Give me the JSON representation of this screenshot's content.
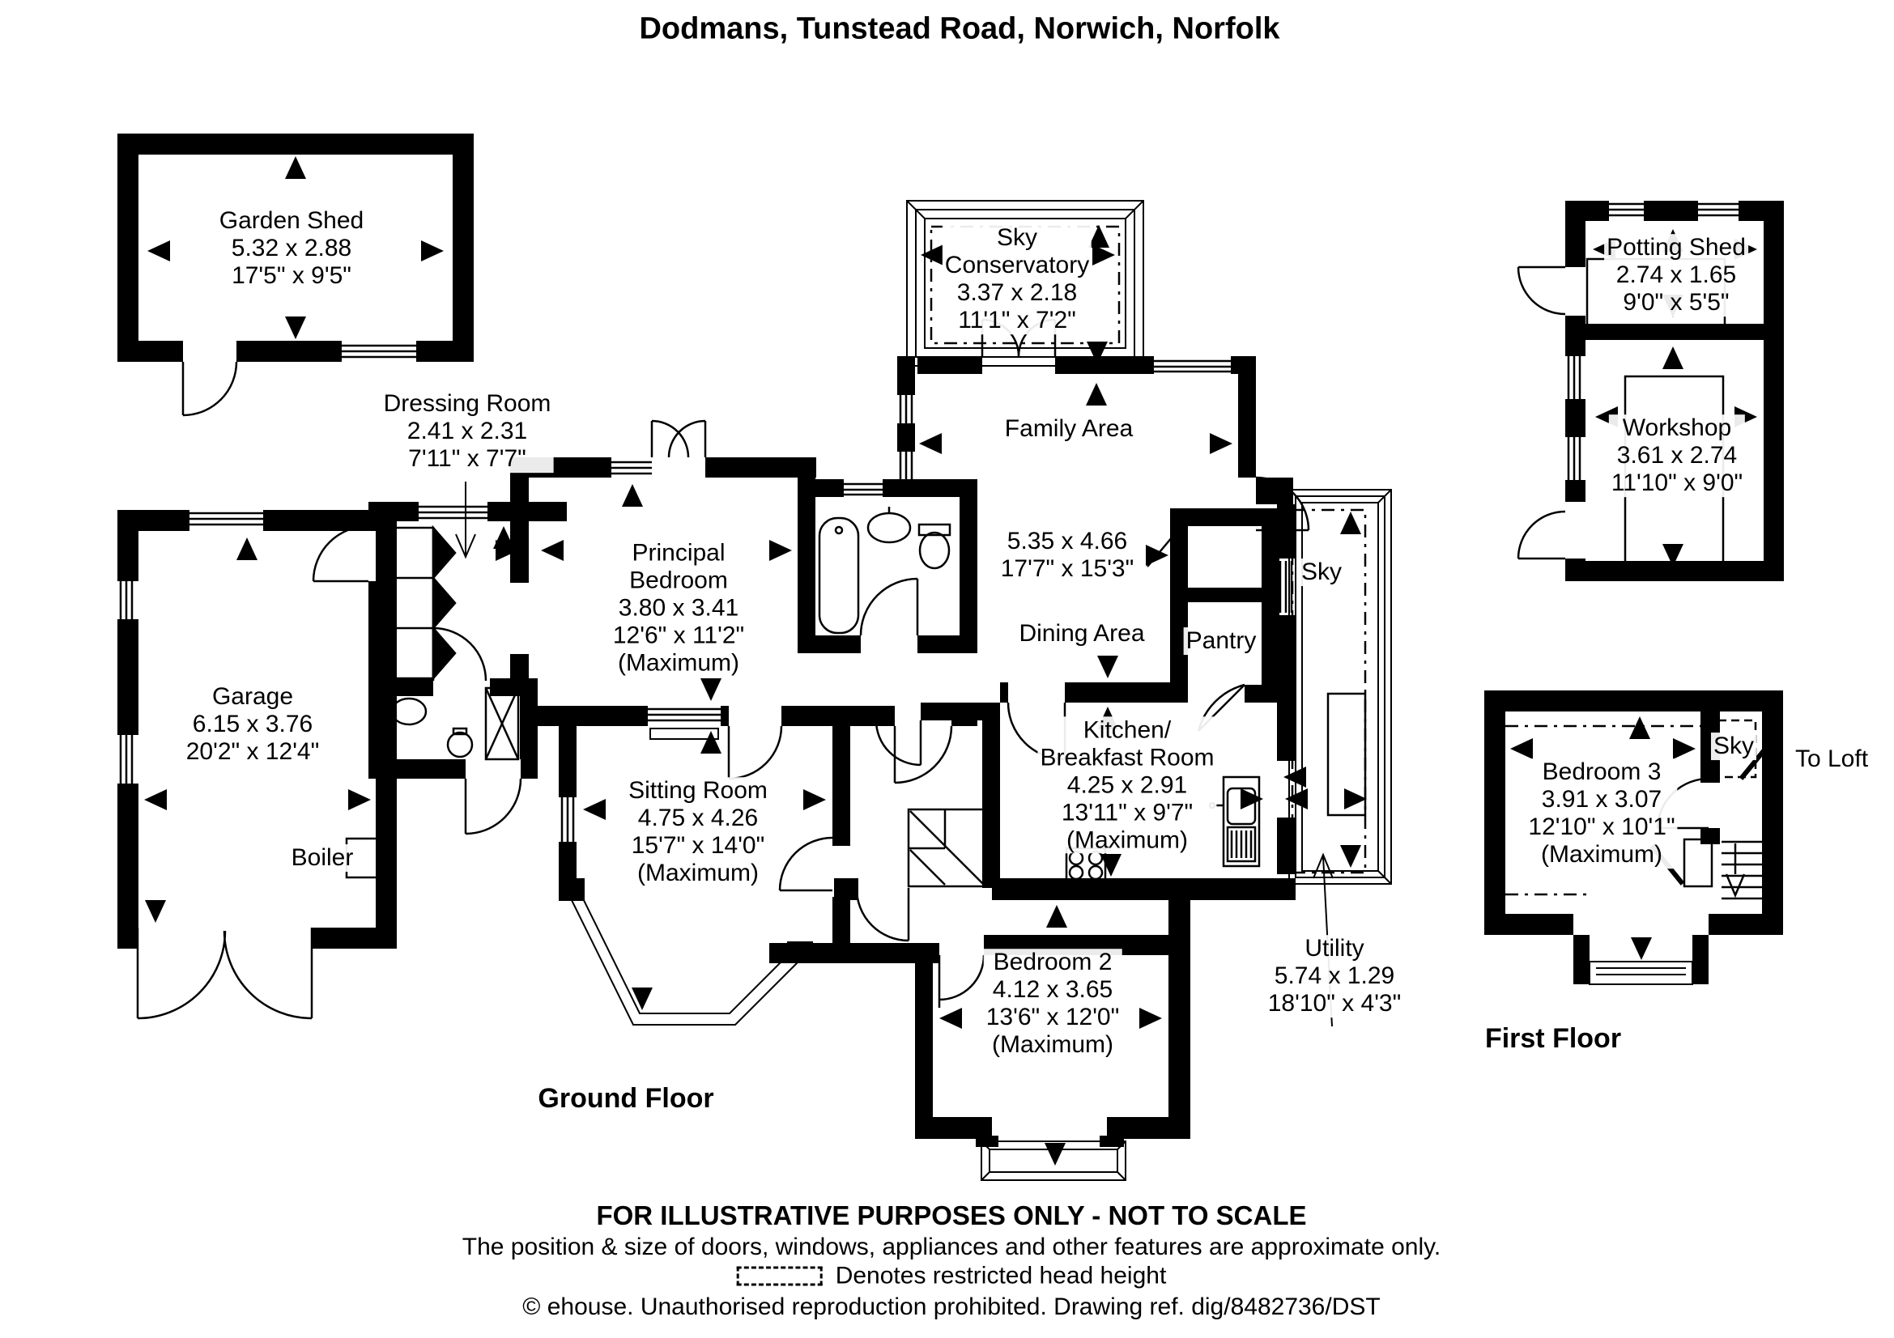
{
  "title": "Dodmans, Tunstead Road, Norwich, Norfolk",
  "floor_titles": {
    "ground": "Ground Floor",
    "first": "First Floor"
  },
  "labels": {
    "garden_shed": [
      "Garden Shed",
      "5.32 x 2.88",
      "17'5\" x 9'5\""
    ],
    "dressing_room": [
      "Dressing Room",
      "2.41 x 2.31",
      "7'11\" x 7'7\""
    ],
    "conservatory": [
      "Sky",
      "Conservatory",
      "3.37 x 2.18",
      "11'1\" x 7'2\""
    ],
    "family_area": [
      "Family Area"
    ],
    "family_dining_dims": [
      "5.35 x 4.66",
      "17'7\" x 15'3\""
    ],
    "dining_area": [
      "Dining Area"
    ],
    "pantry": [
      "Pantry"
    ],
    "sky_ground": [
      "Sky"
    ],
    "kitchen": [
      "Kitchen/",
      "Breakfast Room",
      "4.25 x 2.91",
      "13'11\" x 9'7\"",
      "(Maximum)"
    ],
    "utility": [
      "Utility",
      "5.74 x 1.29",
      "18'10\" x 4'3\""
    ],
    "principal_bedroom": [
      "Principal",
      "Bedroom",
      "3.80 x 3.41",
      "12'6\" x 11'2\"",
      "(Maximum)"
    ],
    "garage": [
      "Garage",
      "6.15 x 3.76",
      "20'2\" x 12'4\""
    ],
    "boiler": [
      "Boiler"
    ],
    "sitting_room": [
      "Sitting Room",
      "4.75 x 4.26",
      "15'7\" x 14'0\"",
      "(Maximum)"
    ],
    "bedroom_2": [
      "Bedroom 2",
      "4.12 x 3.65",
      "13'6\" x 12'0\"",
      "(Maximum)"
    ],
    "potting_shed": [
      "Potting Shed",
      "2.74 x 1.65",
      "9'0\" x 5'5\""
    ],
    "workshop": [
      "Workshop",
      "3.61 x 2.74",
      "11'10\" x 9'0\""
    ],
    "bedroom_3": [
      "Bedroom 3",
      "3.91 x 3.07",
      "12'10\" x 10'1\"",
      "(Maximum)"
    ],
    "sky_first": [
      "Sky"
    ],
    "to_loft": [
      "To Loft"
    ]
  },
  "footer": {
    "line1": "FOR ILLUSTRATIVE PURPOSES ONLY - NOT TO SCALE",
    "line2": "The position & size of doors, windows, appliances and other features are approximate only.",
    "legend": "Denotes restricted head height",
    "copyright": "© ehouse. Unauthorised reproduction prohibited. Drawing ref. dig/8482736/DST"
  },
  "colors": {
    "ink": "#000000",
    "paper": "#ffffff"
  }
}
